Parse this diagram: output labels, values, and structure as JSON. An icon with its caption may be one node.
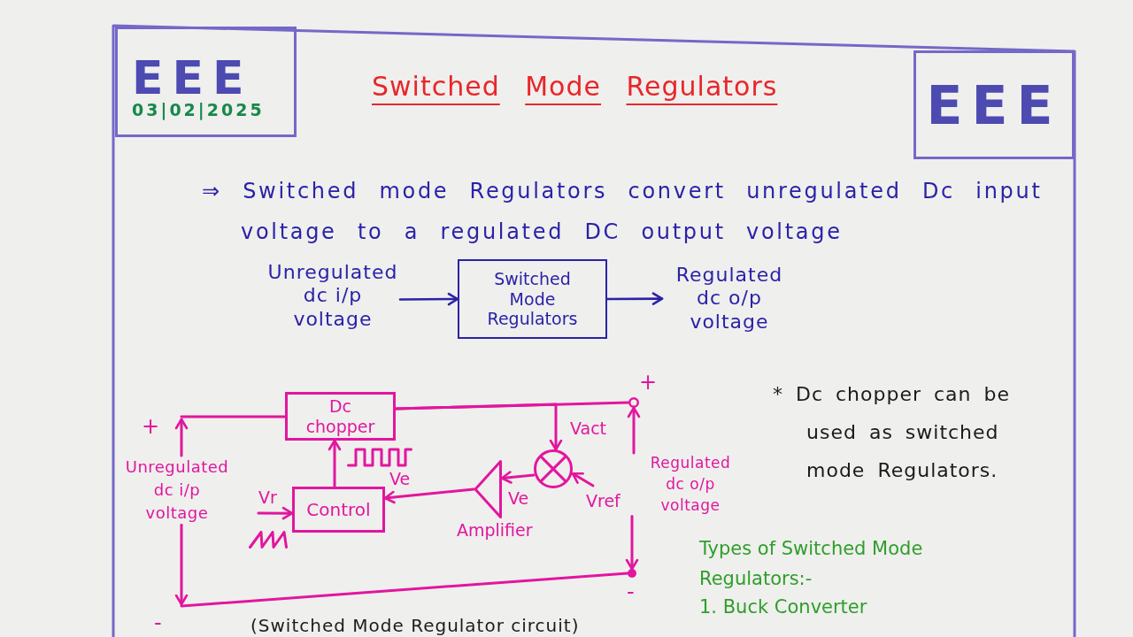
{
  "diagram": {
    "title": "Switched Mode Regulators",
    "caption": "(Switched Mode Regulator circuit)",
    "nodes": [
      {
        "text": [
          "EEE",
          "03|02|2025"
        ]
      },
      {
        "text": [
          "EEE"
        ]
      },
      {
        "text": [
          "Unregulated dc i/p voltage"
        ]
      },
      {
        "text": [
          "Switched Mode Regulators"
        ]
      },
      {
        "text": [
          "Regulated dc o/p voltage"
        ]
      },
      {
        "text": [
          "Dc chopper"
        ]
      },
      {
        "text": [
          "Control"
        ]
      },
      {
        "text": [],
        "shape": "triangle",
        "beside": [
          "Amplifier"
        ]
      },
      {
        "text": [],
        "shape": "circle"
      },
      {
        "text": [
          "Unregulated dc i/p voltage"
        ]
      },
      {
        "text": [
          "Regulated dc o/p voltage"
        ]
      },
      {
        "text": [],
        "shape": "circle"
      },
      {
        "text": [],
        "shape": "dot"
      }
    ],
    "edges": [
      {
        "from": 2,
        "to": 3,
        "arrow": "to",
        "color": "#2b22a8"
      },
      {
        "from": 3,
        "to": 4,
        "arrow": "to",
        "color": "#2b22a8"
      },
      {
        "from": null,
        "to": 5,
        "arrow": "none"
      },
      {
        "from": 5,
        "to": 11,
        "arrow": "none"
      },
      {
        "from": 5,
        "to": 8,
        "arrow": "to",
        "label": "Vact"
      },
      {
        "from": null,
        "to": 8,
        "arrow": "to",
        "label": "Vref"
      },
      {
        "from": 8,
        "to": 7,
        "arrow": "to",
        "label": "Ve"
      },
      {
        "from": 7,
        "to": 6,
        "arrow": "to",
        "label": "Ve"
      },
      {
        "from": 6,
        "to": 5,
        "arrow": "to"
      },
      {
        "from": null,
        "to": 6,
        "arrow": "to",
        "label": "Vr"
      },
      {
        "from": 9,
        "to": null,
        "arrow": "to"
      },
      {
        "from": 9,
        "to": null,
        "arrow": "to"
      },
      {
        "from": 10,
        "to": 11,
        "arrow": "to"
      },
      {
        "from": 10,
        "to": 12,
        "arrow": "to"
      },
      {
        "from": null,
        "to": 12,
        "arrow": "none"
      }
    ],
    "labels": [
      "⇒ Switched mode Regulators convert unregulated Dc input voltage to a regulated DC output voltage",
      "+",
      "* Dc chopper can be used as switched mode Regulators.",
      "+",
      "-",
      "Types of Switched Mode Regulators:-",
      "1. Buck Converter",
      "-"
    ]
  }
}
